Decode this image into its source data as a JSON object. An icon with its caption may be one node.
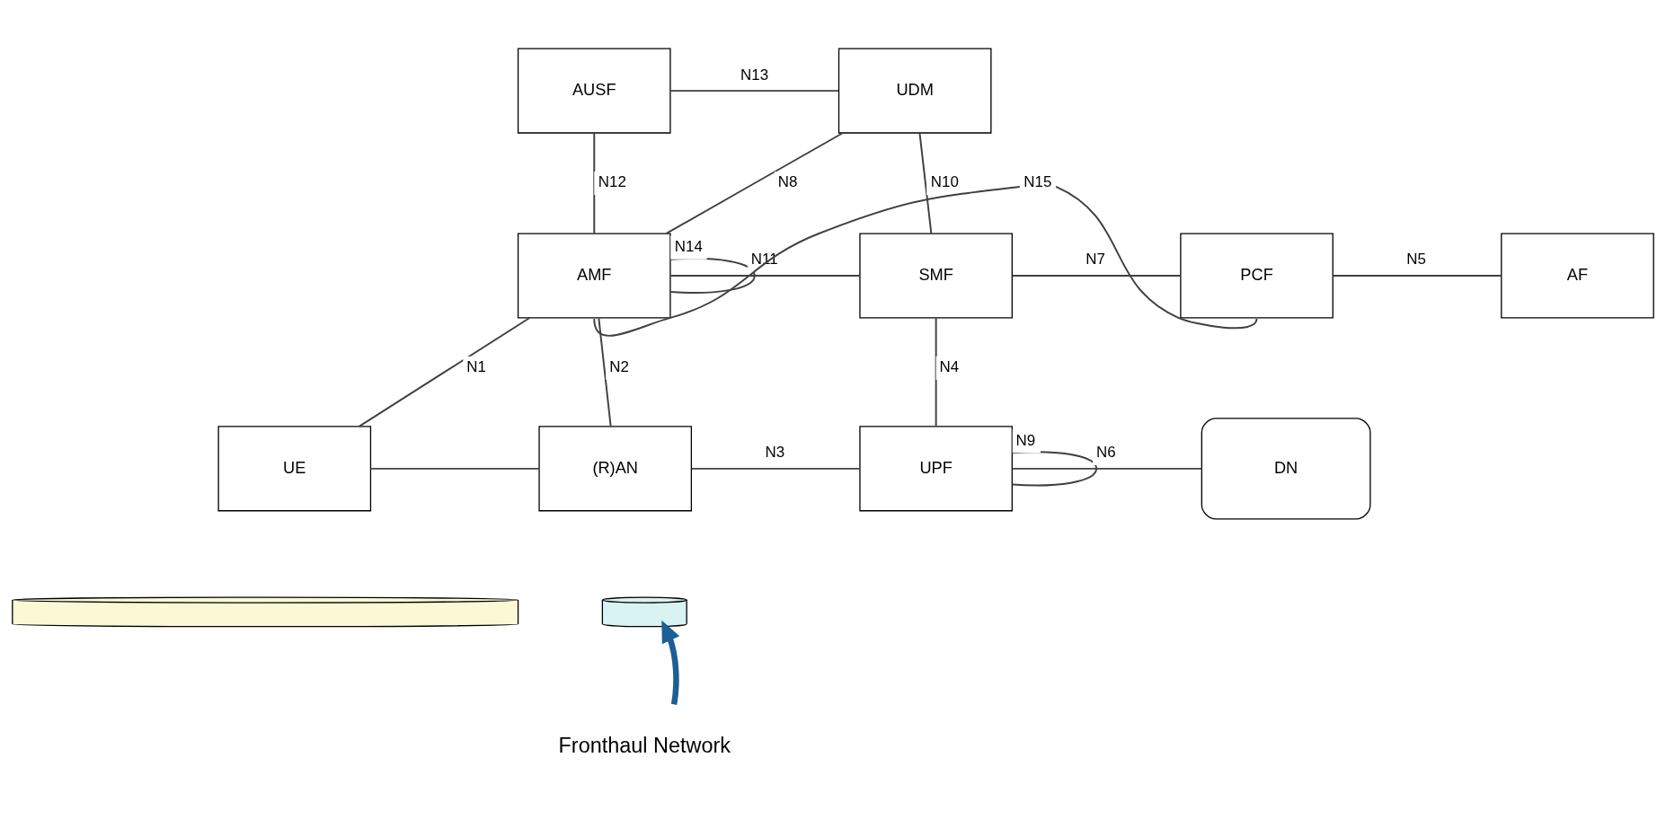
{
  "diagram": {
    "nodes": [
      {
        "text": [
          "AUSF"
        ]
      },
      {
        "text": [
          "UDM"
        ]
      },
      {
        "text": [
          "AMF"
        ]
      },
      {
        "text": [
          "SMF"
        ]
      },
      {
        "text": [
          "PCF"
        ]
      },
      {
        "text": [
          "AF"
        ]
      },
      {
        "text": [
          "UE"
        ]
      },
      {
        "text": [
          "(R)AN"
        ]
      },
      {
        "text": [
          "UPF"
        ]
      },
      {
        "text": [
          "DN"
        ]
      },
      {
        "text": [],
        "shape": "cylinder"
      },
      {
        "text": [],
        "shape": "cylinder"
      },
      {
        "text": [
          "Fronthaul Network"
        ]
      }
    ],
    "edges": [
      {
        "from": 0,
        "to": 1,
        "arrow": "none",
        "label": "N13"
      },
      {
        "from": 0,
        "to": 2,
        "arrow": "none",
        "label": "N12"
      },
      {
        "from": 1,
        "to": 2,
        "arrow": "none",
        "label": "N8"
      },
      {
        "from": 1,
        "to": 3,
        "arrow": "none",
        "label": "N10"
      },
      {
        "from": 2,
        "to": 3,
        "arrow": "none",
        "label": "N11"
      },
      {
        "from": 3,
        "to": 4,
        "arrow": "none",
        "label": "N7"
      },
      {
        "from": 4,
        "to": 5,
        "arrow": "none",
        "label": "N5"
      },
      {
        "from": 2,
        "to": 2,
        "arrow": "none",
        "label": "N14"
      },
      {
        "from": 2,
        "to": 4,
        "arrow": "none",
        "label": "N15"
      },
      {
        "from": 6,
        "to": 2,
        "arrow": "none",
        "label": "N1"
      },
      {
        "from": 7,
        "to": 2,
        "arrow": "none",
        "label": "N2"
      },
      {
        "from": 3,
        "to": 8,
        "arrow": "none",
        "label": "N4"
      },
      {
        "from": 6,
        "to": 7,
        "arrow": "none"
      },
      {
        "from": 7,
        "to": 8,
        "arrow": "none",
        "label": "N3"
      },
      {
        "from": 8,
        "to": 9,
        "arrow": "none",
        "label": "N6"
      },
      {
        "from": 8,
        "to": 8,
        "arrow": "none",
        "label": "N9"
      },
      {
        "from": 12,
        "to": 11,
        "arrow": "to",
        "style": "thick",
        "color": "#1a5f96"
      }
    ]
  }
}
